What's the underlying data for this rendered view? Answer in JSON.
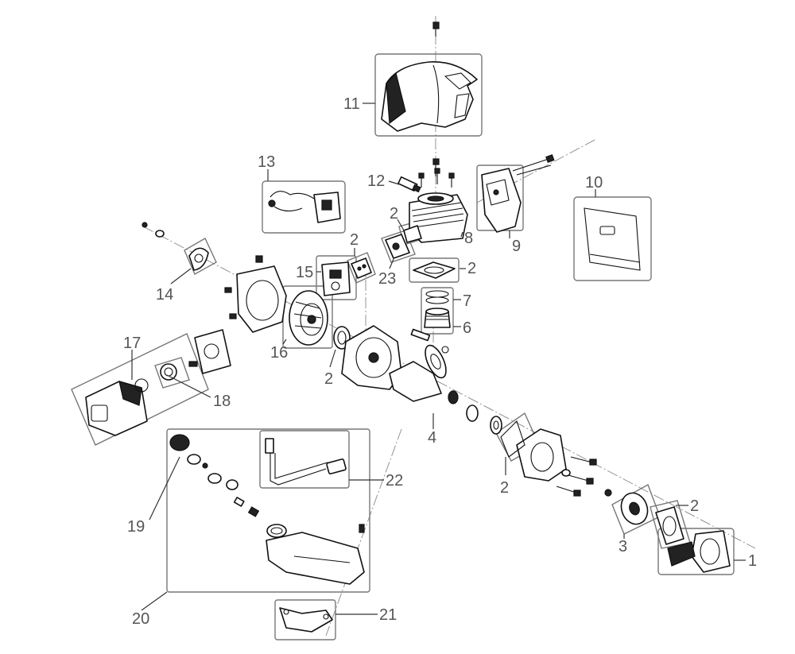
{
  "callouts": [
    {
      "id": "c1",
      "label": "1"
    },
    {
      "id": "c2a",
      "label": "2"
    },
    {
      "id": "c2b",
      "label": "2"
    },
    {
      "id": "c2c",
      "label": "2"
    },
    {
      "id": "c2d",
      "label": "2"
    },
    {
      "id": "c2e",
      "label": "2"
    },
    {
      "id": "c2f",
      "label": "2"
    },
    {
      "id": "c3",
      "label": "3"
    },
    {
      "id": "c4",
      "label": "4"
    },
    {
      "id": "c6",
      "label": "6"
    },
    {
      "id": "c7",
      "label": "7"
    },
    {
      "id": "c8",
      "label": "8"
    },
    {
      "id": "c9",
      "label": "9"
    },
    {
      "id": "c10",
      "label": "10"
    },
    {
      "id": "c11",
      "label": "11"
    },
    {
      "id": "c12",
      "label": "12"
    },
    {
      "id": "c13",
      "label": "13"
    },
    {
      "id": "c14",
      "label": "14"
    },
    {
      "id": "c15",
      "label": "15"
    },
    {
      "id": "c16",
      "label": "16"
    },
    {
      "id": "c17",
      "label": "17"
    },
    {
      "id": "c18",
      "label": "18"
    },
    {
      "id": "c19",
      "label": "19"
    },
    {
      "id": "c20",
      "label": "20"
    },
    {
      "id": "c21",
      "label": "21"
    },
    {
      "id": "c22",
      "label": "22"
    },
    {
      "id": "c23",
      "label": "23"
    }
  ]
}
